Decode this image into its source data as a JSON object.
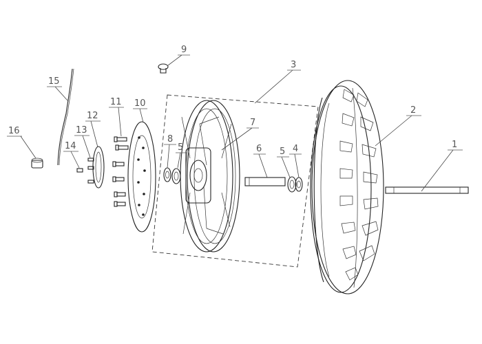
{
  "diagram": {
    "callouts": [
      {
        "id": "1",
        "label": "1"
      },
      {
        "id": "2",
        "label": "2"
      },
      {
        "id": "3",
        "label": "3"
      },
      {
        "id": "4",
        "label": "4"
      },
      {
        "id": "5a",
        "label": "5"
      },
      {
        "id": "5b",
        "label": "5"
      },
      {
        "id": "6",
        "label": "6"
      },
      {
        "id": "7",
        "label": "7"
      },
      {
        "id": "8",
        "label": "8"
      },
      {
        "id": "9",
        "label": "9"
      },
      {
        "id": "10",
        "label": "10"
      },
      {
        "id": "11",
        "label": "11"
      },
      {
        "id": "12",
        "label": "12"
      },
      {
        "id": "13",
        "label": "13"
      },
      {
        "id": "14",
        "label": "14"
      },
      {
        "id": "15",
        "label": "15"
      },
      {
        "id": "16",
        "label": "16"
      }
    ]
  }
}
